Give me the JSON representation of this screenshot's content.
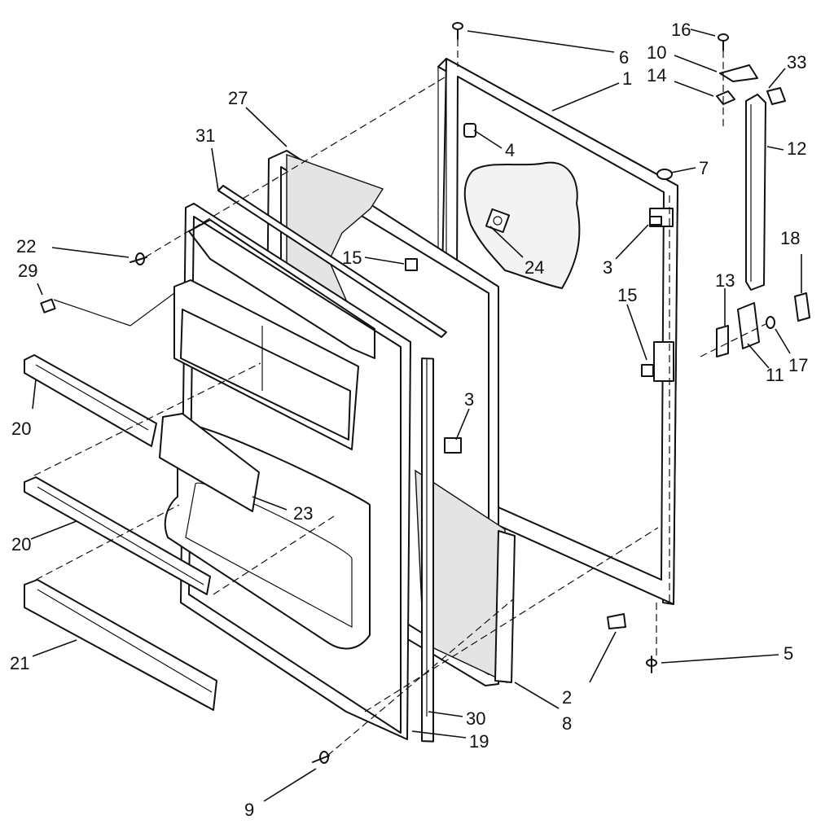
{
  "callouts": [
    {
      "id": "16",
      "text": "16"
    },
    {
      "id": "6",
      "text": "6"
    },
    {
      "id": "10",
      "text": "10"
    },
    {
      "id": "33",
      "text": "33"
    },
    {
      "id": "14",
      "text": "14"
    },
    {
      "id": "1",
      "text": "1"
    },
    {
      "id": "27",
      "text": "27"
    },
    {
      "id": "4",
      "text": "4"
    },
    {
      "id": "12",
      "text": "12"
    },
    {
      "id": "31",
      "text": "31"
    },
    {
      "id": "7",
      "text": "7"
    },
    {
      "id": "22",
      "text": "22"
    },
    {
      "id": "29",
      "text": "29"
    },
    {
      "id": "15a",
      "text": "15"
    },
    {
      "id": "24",
      "text": "24"
    },
    {
      "id": "3a",
      "text": "3"
    },
    {
      "id": "18",
      "text": "18"
    },
    {
      "id": "13",
      "text": "13"
    },
    {
      "id": "15b",
      "text": "15"
    },
    {
      "id": "17",
      "text": "17"
    },
    {
      "id": "11",
      "text": "11"
    },
    {
      "id": "20a",
      "text": "20"
    },
    {
      "id": "3b",
      "text": "3"
    },
    {
      "id": "23",
      "text": "23"
    },
    {
      "id": "20b",
      "text": "20"
    },
    {
      "id": "21",
      "text": "21"
    },
    {
      "id": "5",
      "text": "5"
    },
    {
      "id": "2",
      "text": "2"
    },
    {
      "id": "8",
      "text": "8"
    },
    {
      "id": "30",
      "text": "30"
    },
    {
      "id": "19",
      "text": "19"
    },
    {
      "id": "9",
      "text": "9"
    }
  ]
}
